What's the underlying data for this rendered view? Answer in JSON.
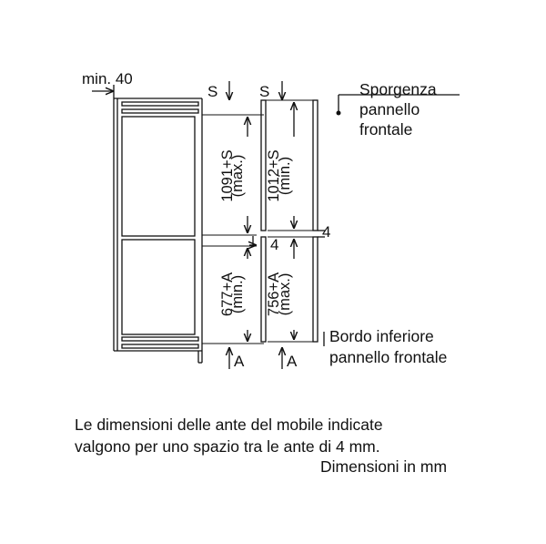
{
  "diagram": {
    "min_clearance": "min. 40",
    "s_marker": "S",
    "a_marker": "A",
    "gap_value": "4",
    "upper_door_max": {
      "value": "1091+S",
      "note": "(max.)"
    },
    "upper_door_min": {
      "value": "1012+S",
      "note": "(min.)"
    },
    "lower_door_min": {
      "value": "677+A",
      "note": "(min.)"
    },
    "lower_door_max": {
      "value": "756+A",
      "note": "(max.)"
    },
    "overhang_label": [
      "Sporgenza",
      "pannello",
      "frontale"
    ],
    "bottom_edge_label": [
      "Bordo inferiore",
      "pannello frontale"
    ]
  },
  "caption": {
    "line1": "Le dimensioni delle ante del mobile indicate",
    "line2": "valgono per uno spazio tra le ante di 4 mm.",
    "units": "Dimensioni in mm"
  },
  "colors": {
    "line": "#111111",
    "panel_fill": "#ffffff"
  }
}
